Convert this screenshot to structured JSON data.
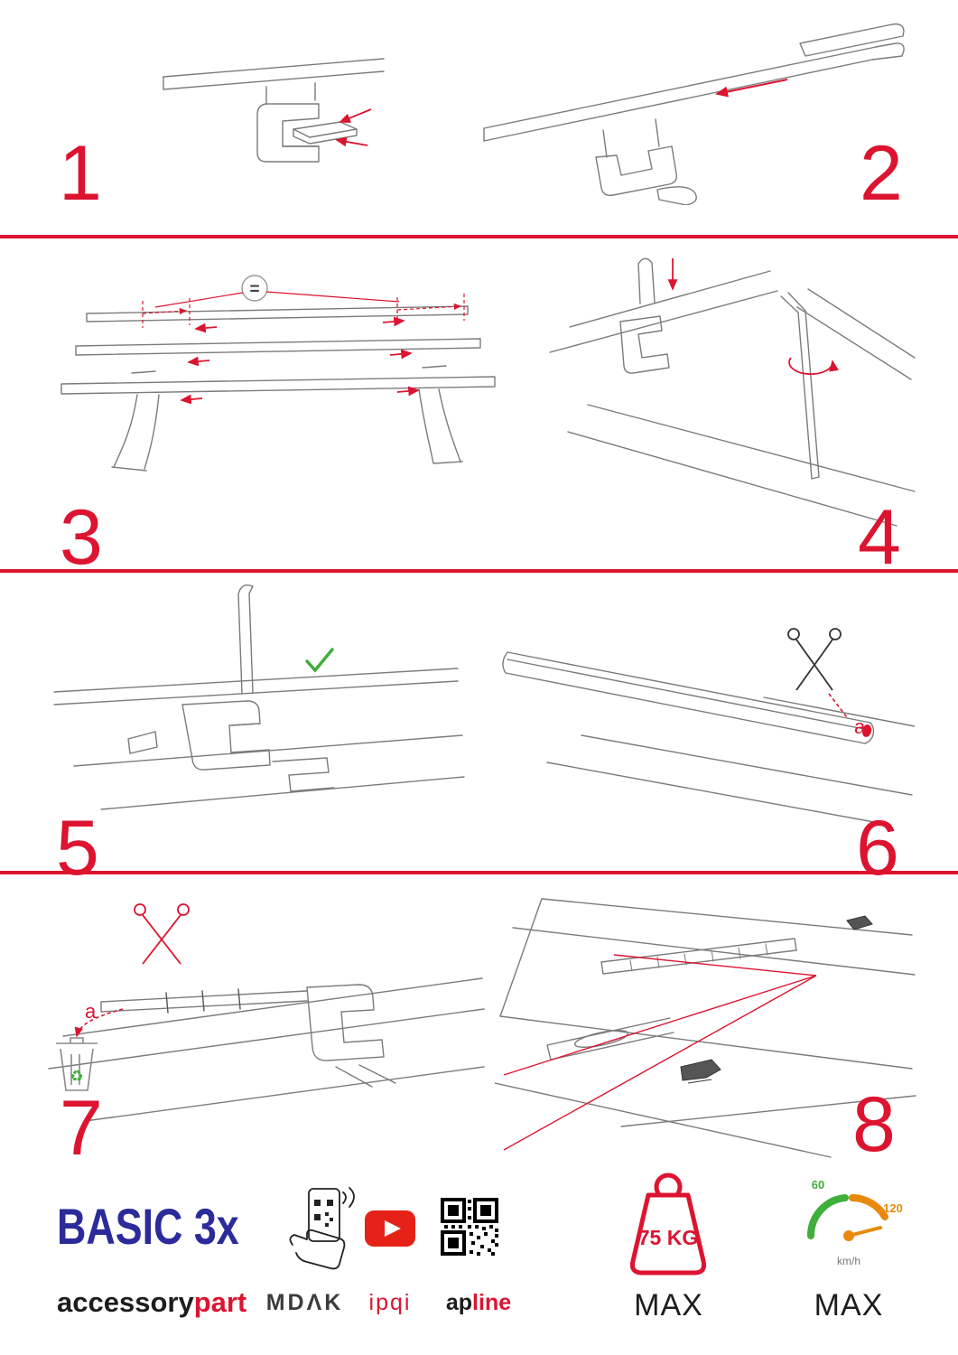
{
  "colors": {
    "accent_red": "#dc1430",
    "brand_blue": "#2b2b9b",
    "eco_green": "#3fae3b",
    "gauge_orange": "#e8890c"
  },
  "steps": [
    {
      "number": "1"
    },
    {
      "number": "2"
    },
    {
      "number": "3"
    },
    {
      "number": "4"
    },
    {
      "number": "5"
    },
    {
      "number": "6"
    },
    {
      "number": "7"
    },
    {
      "number": "8"
    }
  ],
  "annotations": {
    "equal_spacing": "=",
    "cut_label_step6": "a",
    "cut_label_step7": "a",
    "recycle_symbol": "♻"
  },
  "footer": {
    "product_name": "BASIC 3x",
    "brand": {
      "black": "accessory",
      "red": "part"
    },
    "logos": {
      "mdak": "MDΛK",
      "ipqi": "ipqi",
      "apline_black": "ap",
      "apline_red": "line"
    },
    "weight": {
      "value": "75 KG",
      "max": "MAX"
    },
    "speed": {
      "low": "60",
      "high": "120",
      "unit": "km/h",
      "max": "MAX"
    }
  }
}
